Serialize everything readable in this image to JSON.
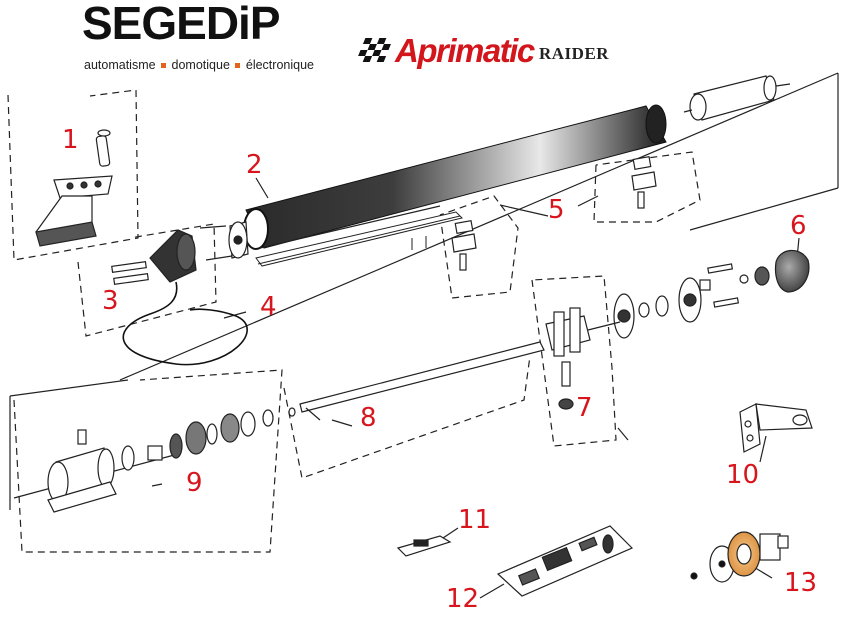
{
  "header": {
    "brand": "SEGEDiP",
    "tagline_parts": [
      "automatisme",
      "domotique",
      "électronique"
    ],
    "partner_brand": "Aprimatic",
    "model": "RAIDER"
  },
  "colors": {
    "callout": "#d8141c",
    "brand_red": "#d2161c",
    "tagline_dot": "#e2641a",
    "nut_gold": "#e9a456"
  },
  "callouts": [
    {
      "label": "1",
      "part": "pivot-bracket"
    },
    {
      "label": "2",
      "part": "cylinder-tube"
    },
    {
      "label": "3",
      "part": "rear-cover"
    },
    {
      "label": "4",
      "part": "cable"
    },
    {
      "label": "5",
      "part": "mounting-clamp"
    },
    {
      "label": "6",
      "part": "end-cap"
    },
    {
      "label": "7",
      "part": "front-attachment"
    },
    {
      "label": "8",
      "part": "screw-shaft"
    },
    {
      "label": "9",
      "part": "motor-gear-assembly"
    },
    {
      "label": "10",
      "part": "front-bracket"
    },
    {
      "label": "11",
      "part": "small-board"
    },
    {
      "label": "12",
      "part": "control-board"
    },
    {
      "label": "13",
      "part": "release-nut"
    }
  ]
}
